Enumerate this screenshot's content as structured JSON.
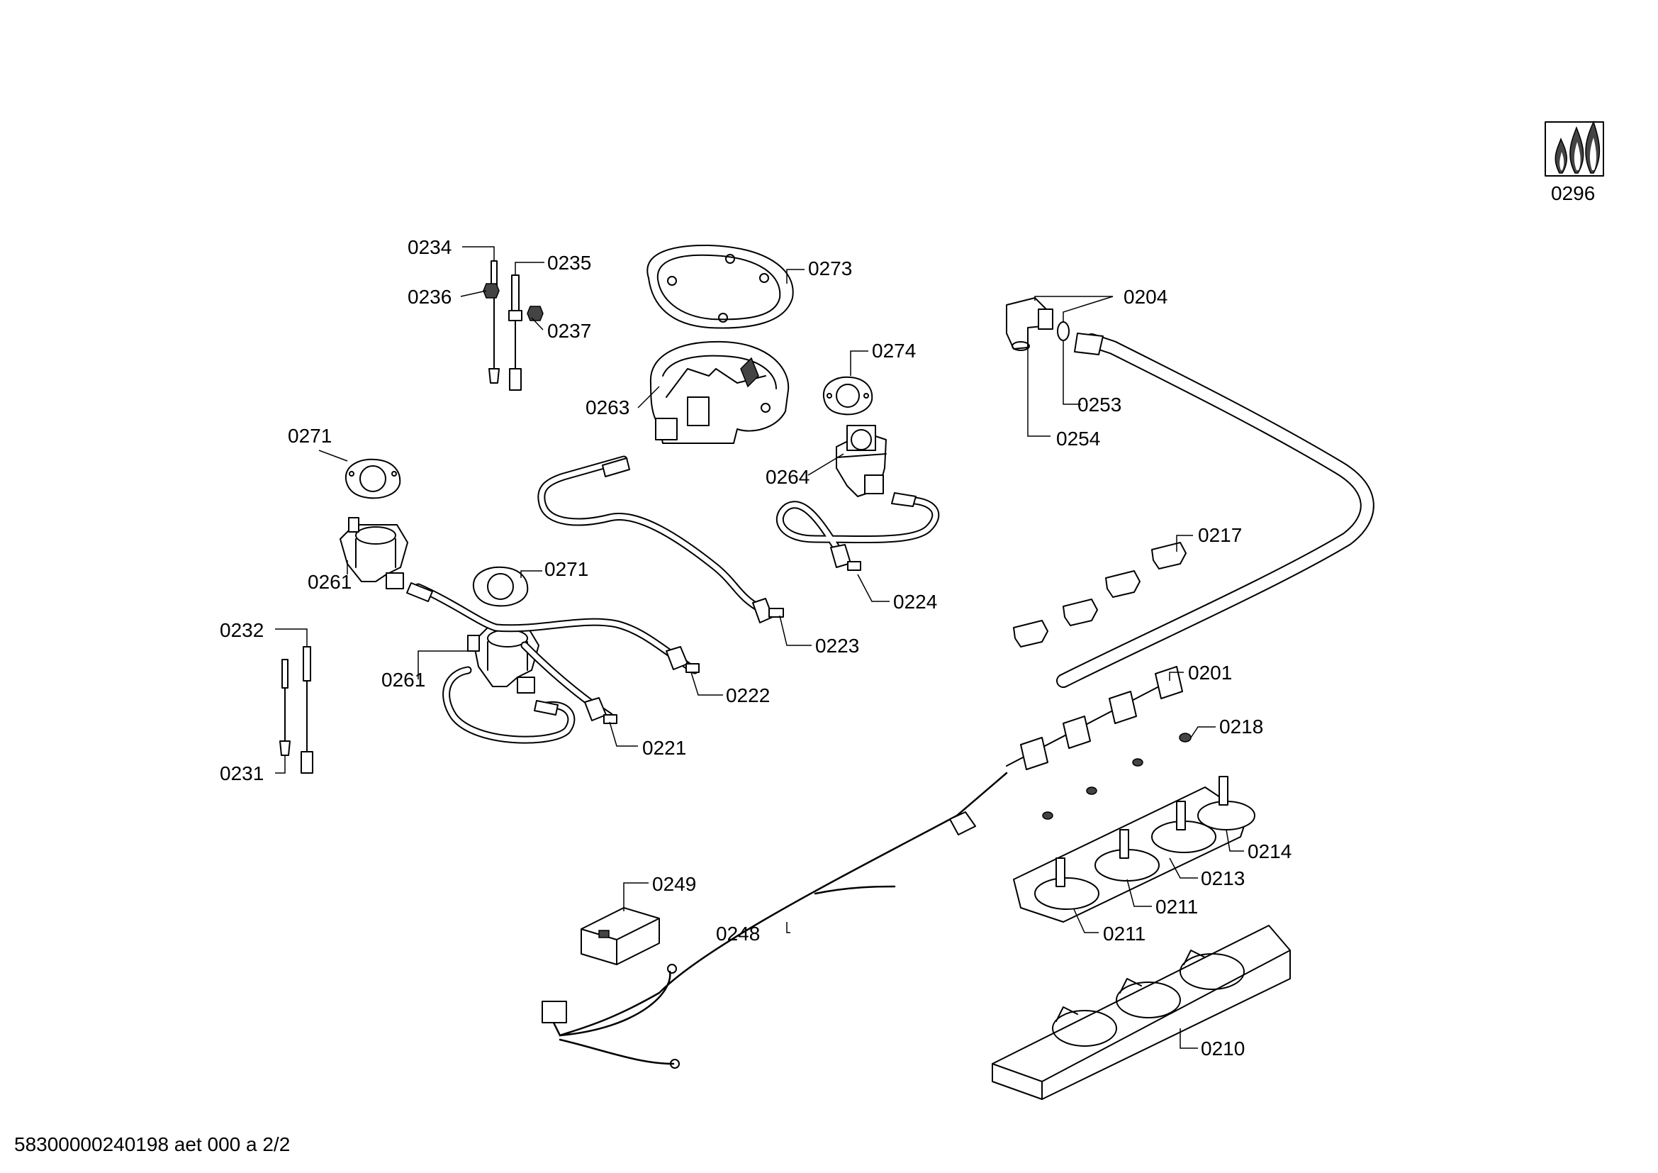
{
  "document": {
    "footer_code": "58300000240198 aet 000 a 2/2"
  },
  "callouts": {
    "c0296": "0296",
    "c0234": "0234",
    "c0235": "0235",
    "c0236": "0236",
    "c0237": "0237",
    "c0273": "0273",
    "c0204": "0204",
    "c0274": "0274",
    "c0263": "0263",
    "c0253": "0253",
    "c0254": "0254",
    "c0271a": "0271",
    "c0264": "0264",
    "c0217": "0217",
    "c0271b": "0271",
    "c0261a": "0261",
    "c0224": "0224",
    "c0232": "0232",
    "c0223": "0223",
    "c0261b": "0261",
    "c0222": "0222",
    "c0201": "0201",
    "c0218": "0218",
    "c0221": "0221",
    "c0231": "0231",
    "c0214": "0214",
    "c0213": "0213",
    "c0249": "0249",
    "c0211a": "0211",
    "c0248": "0248",
    "c0211b": "0211",
    "c0210": "0210"
  },
  "icons": {
    "gas_symbol": "gas-flame-icon"
  }
}
